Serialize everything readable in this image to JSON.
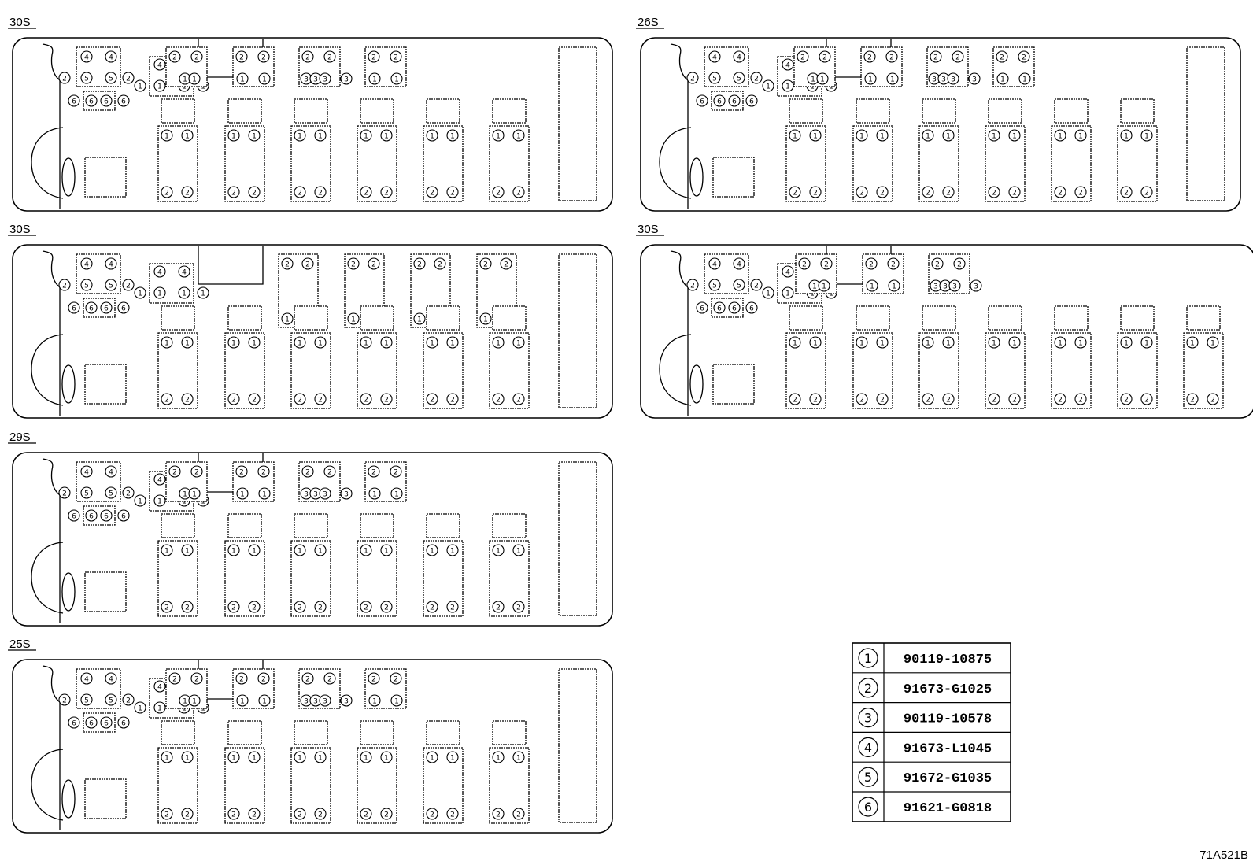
{
  "layouts": [
    {
      "title": "30S",
      "front": "standard",
      "rear_bench": true
    },
    {
      "title": "26S",
      "front": "standard",
      "rear_bench": true
    },
    {
      "title": "30S",
      "front": "tall",
      "rear_bench": true
    },
    {
      "title": "30S",
      "front": "standard",
      "rear_bench": false
    },
    {
      "title": "29S",
      "front": "standard",
      "rear_bench": true
    },
    {
      "title": "25S",
      "front": "standard",
      "rear_bench": true
    }
  ],
  "legend": [
    {
      "num": "1",
      "part": "90119-10875"
    },
    {
      "num": "2",
      "part": "91673-G1025"
    },
    {
      "num": "3",
      "part": "90119-10578"
    },
    {
      "num": "4",
      "part": "91673-L1045"
    },
    {
      "num": "5",
      "part": "91672-G1035"
    },
    {
      "num": "6",
      "part": "91621-G0818"
    }
  ],
  "figure_id": "71A521B"
}
